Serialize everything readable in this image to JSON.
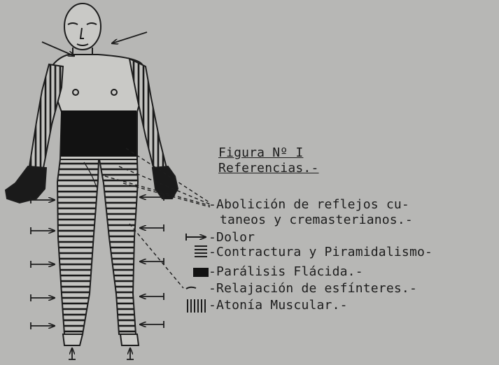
{
  "figure": {
    "title": "Figura Nº I",
    "subtitle": "Referencias.-"
  },
  "legend": [
    {
      "symbol": "dashed-lines",
      "text": "-Abolición de reflejos cu-"
    },
    {
      "symbol": "none",
      "text": "taneos y cremasterianos.-"
    },
    {
      "symbol": "arrow",
      "text": "-Dolor"
    },
    {
      "symbol": "horizontal-hatch",
      "text": "-Contractura y Piramidalismo-"
    },
    {
      "symbol": "solid-block",
      "text": "-Parálisis Flácida.-"
    },
    {
      "symbol": "dash",
      "text": "-Relajación de esfínteres.-"
    },
    {
      "symbol": "vertical-hatch",
      "text": "-Atonía Muscular.-"
    }
  ],
  "colors": {
    "paper": "#b7b7b5",
    "ink": "#1d1d1d",
    "skin": "#c9c9c6"
  }
}
